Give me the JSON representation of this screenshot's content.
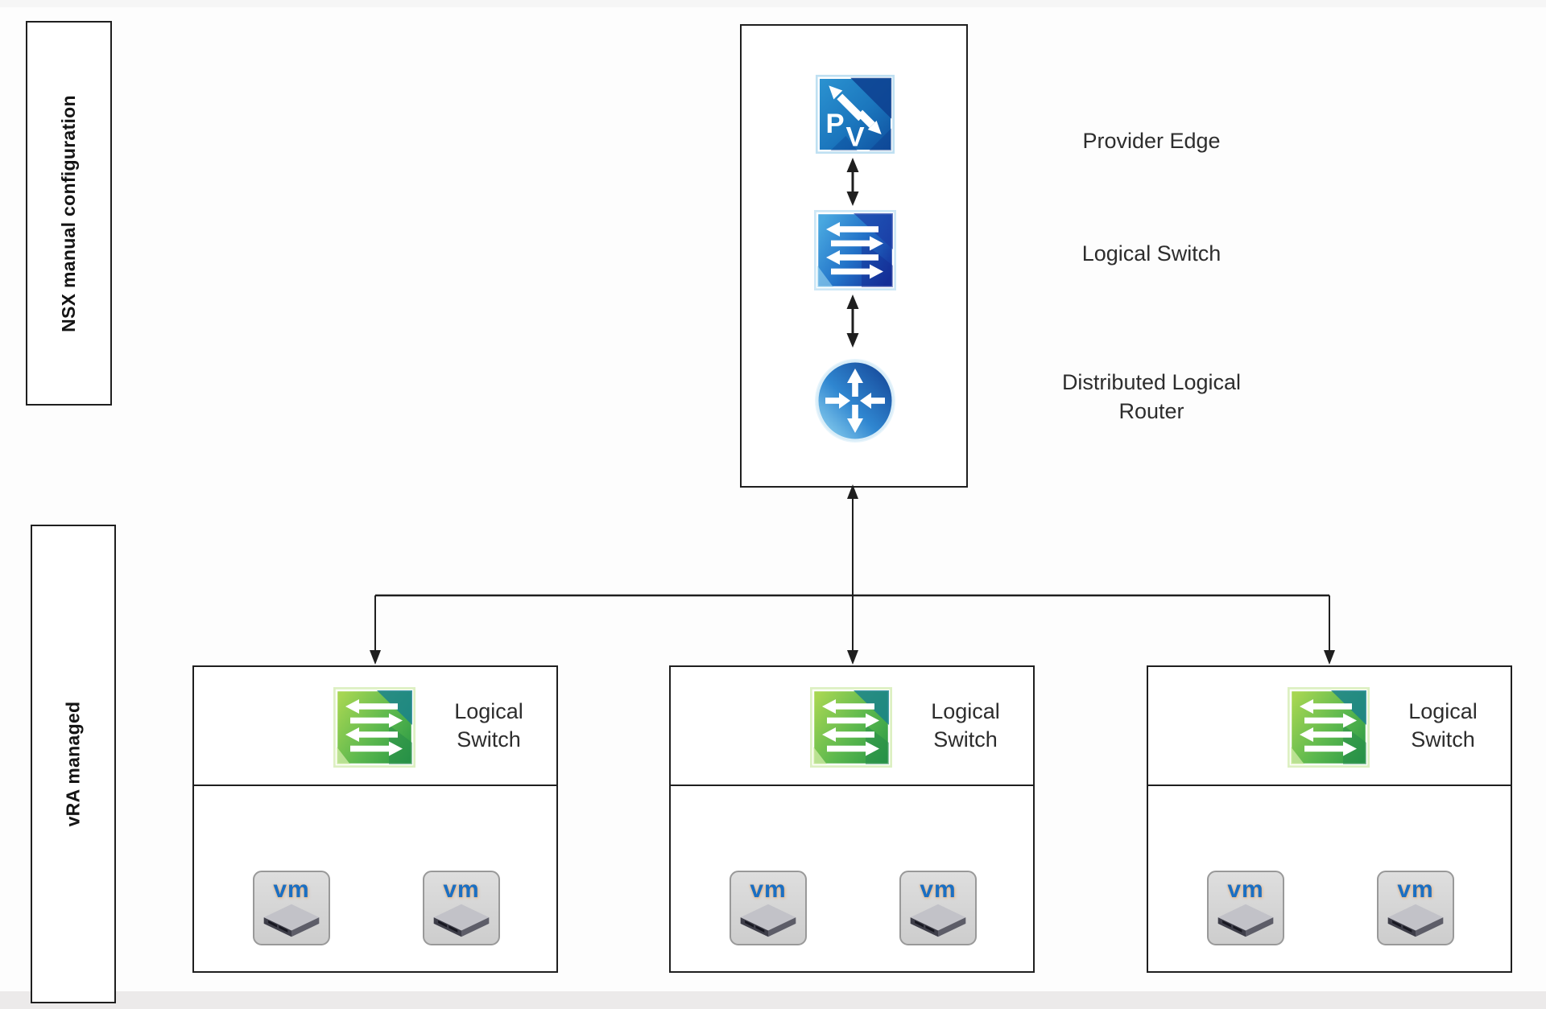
{
  "diagram": {
    "lanes": {
      "nsx": "NSX manual configuration",
      "vra": "vRA managed"
    },
    "top_stack": {
      "provider_edge_label": "Provider Edge",
      "logical_switch_label": "Logical Switch",
      "dlr_label": "Distributed Logical Router"
    },
    "switch_boxes": [
      {
        "title": "Logical Switch"
      },
      {
        "title": "Logical Switch"
      },
      {
        "title": "Logical Switch"
      }
    ],
    "vm_label": "vm",
    "colors": {
      "line": "#1f1f1f",
      "vm_text_blue": "#1b6fc3",
      "pv_blue_light": "#2b93d1",
      "pv_blue_dark": "#0f4f9e",
      "switch_blue_light": "#49a8e0",
      "switch_blue_dark": "#15309b",
      "switch_green_light": "#a6d652",
      "switch_green_dark": "#2d9b45",
      "teal_accent": "#15808f",
      "router_light": "#9bdcf4",
      "router_dark": "#123e90",
      "bottom_strip": "#eceaea"
    }
  }
}
